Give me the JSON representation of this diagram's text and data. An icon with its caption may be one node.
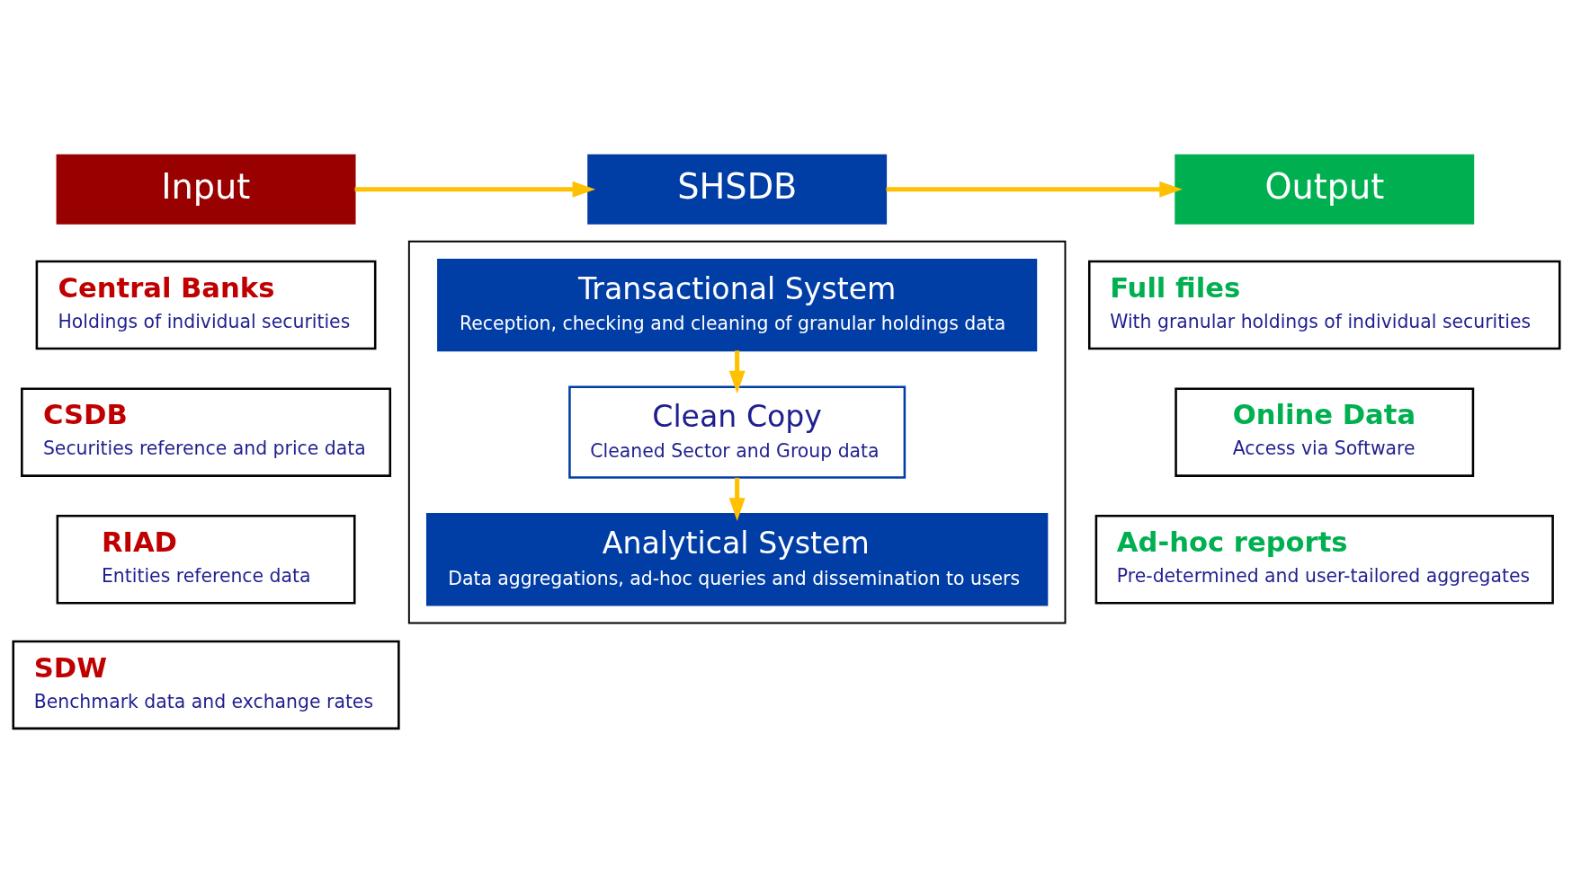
{
  "diagram": {
    "nodes": [
      {
        "text": [
          "Input"
        ]
      },
      {
        "text": [
          "SHSDB"
        ]
      },
      {
        "text": [
          "Output"
        ]
      },
      {
        "text": [
          "Central Banks",
          "Holdings of individual securities"
        ]
      },
      {
        "text": [
          "CSDB",
          "Securities reference and price data"
        ]
      },
      {
        "text": [
          "RIAD",
          "Entities reference data"
        ]
      },
      {
        "text": [
          "SDW",
          "Benchmark data and exchange rates"
        ]
      },
      {
        "text": [],
        "shape": "box"
      },
      {
        "text": [
          "Transactional System",
          "Reception, checking and cleaning of granular holdings data"
        ],
        "in": 7
      },
      {
        "text": [
          "Clean Copy",
          "Cleaned Sector and Group data"
        ],
        "in": 7
      },
      {
        "text": [
          "Analytical System",
          "Data aggregations, ad-hoc queries and dissemination to users"
        ],
        "in": 7
      },
      {
        "text": [
          "Full files",
          "With granular holdings of individual securities"
        ]
      },
      {
        "text": [
          "Online Data",
          "Access via Software"
        ]
      },
      {
        "text": [
          "Ad-hoc reports",
          "Pre-determined and user-tailored aggregates"
        ]
      }
    ],
    "edges": [
      {
        "from": 0,
        "to": 1,
        "arrow": "to"
      },
      {
        "from": 1,
        "to": 2,
        "arrow": "to"
      },
      {
        "from": 8,
        "to": 9,
        "arrow": "to"
      },
      {
        "from": 9,
        "to": 10,
        "arrow": "to"
      }
    ]
  }
}
